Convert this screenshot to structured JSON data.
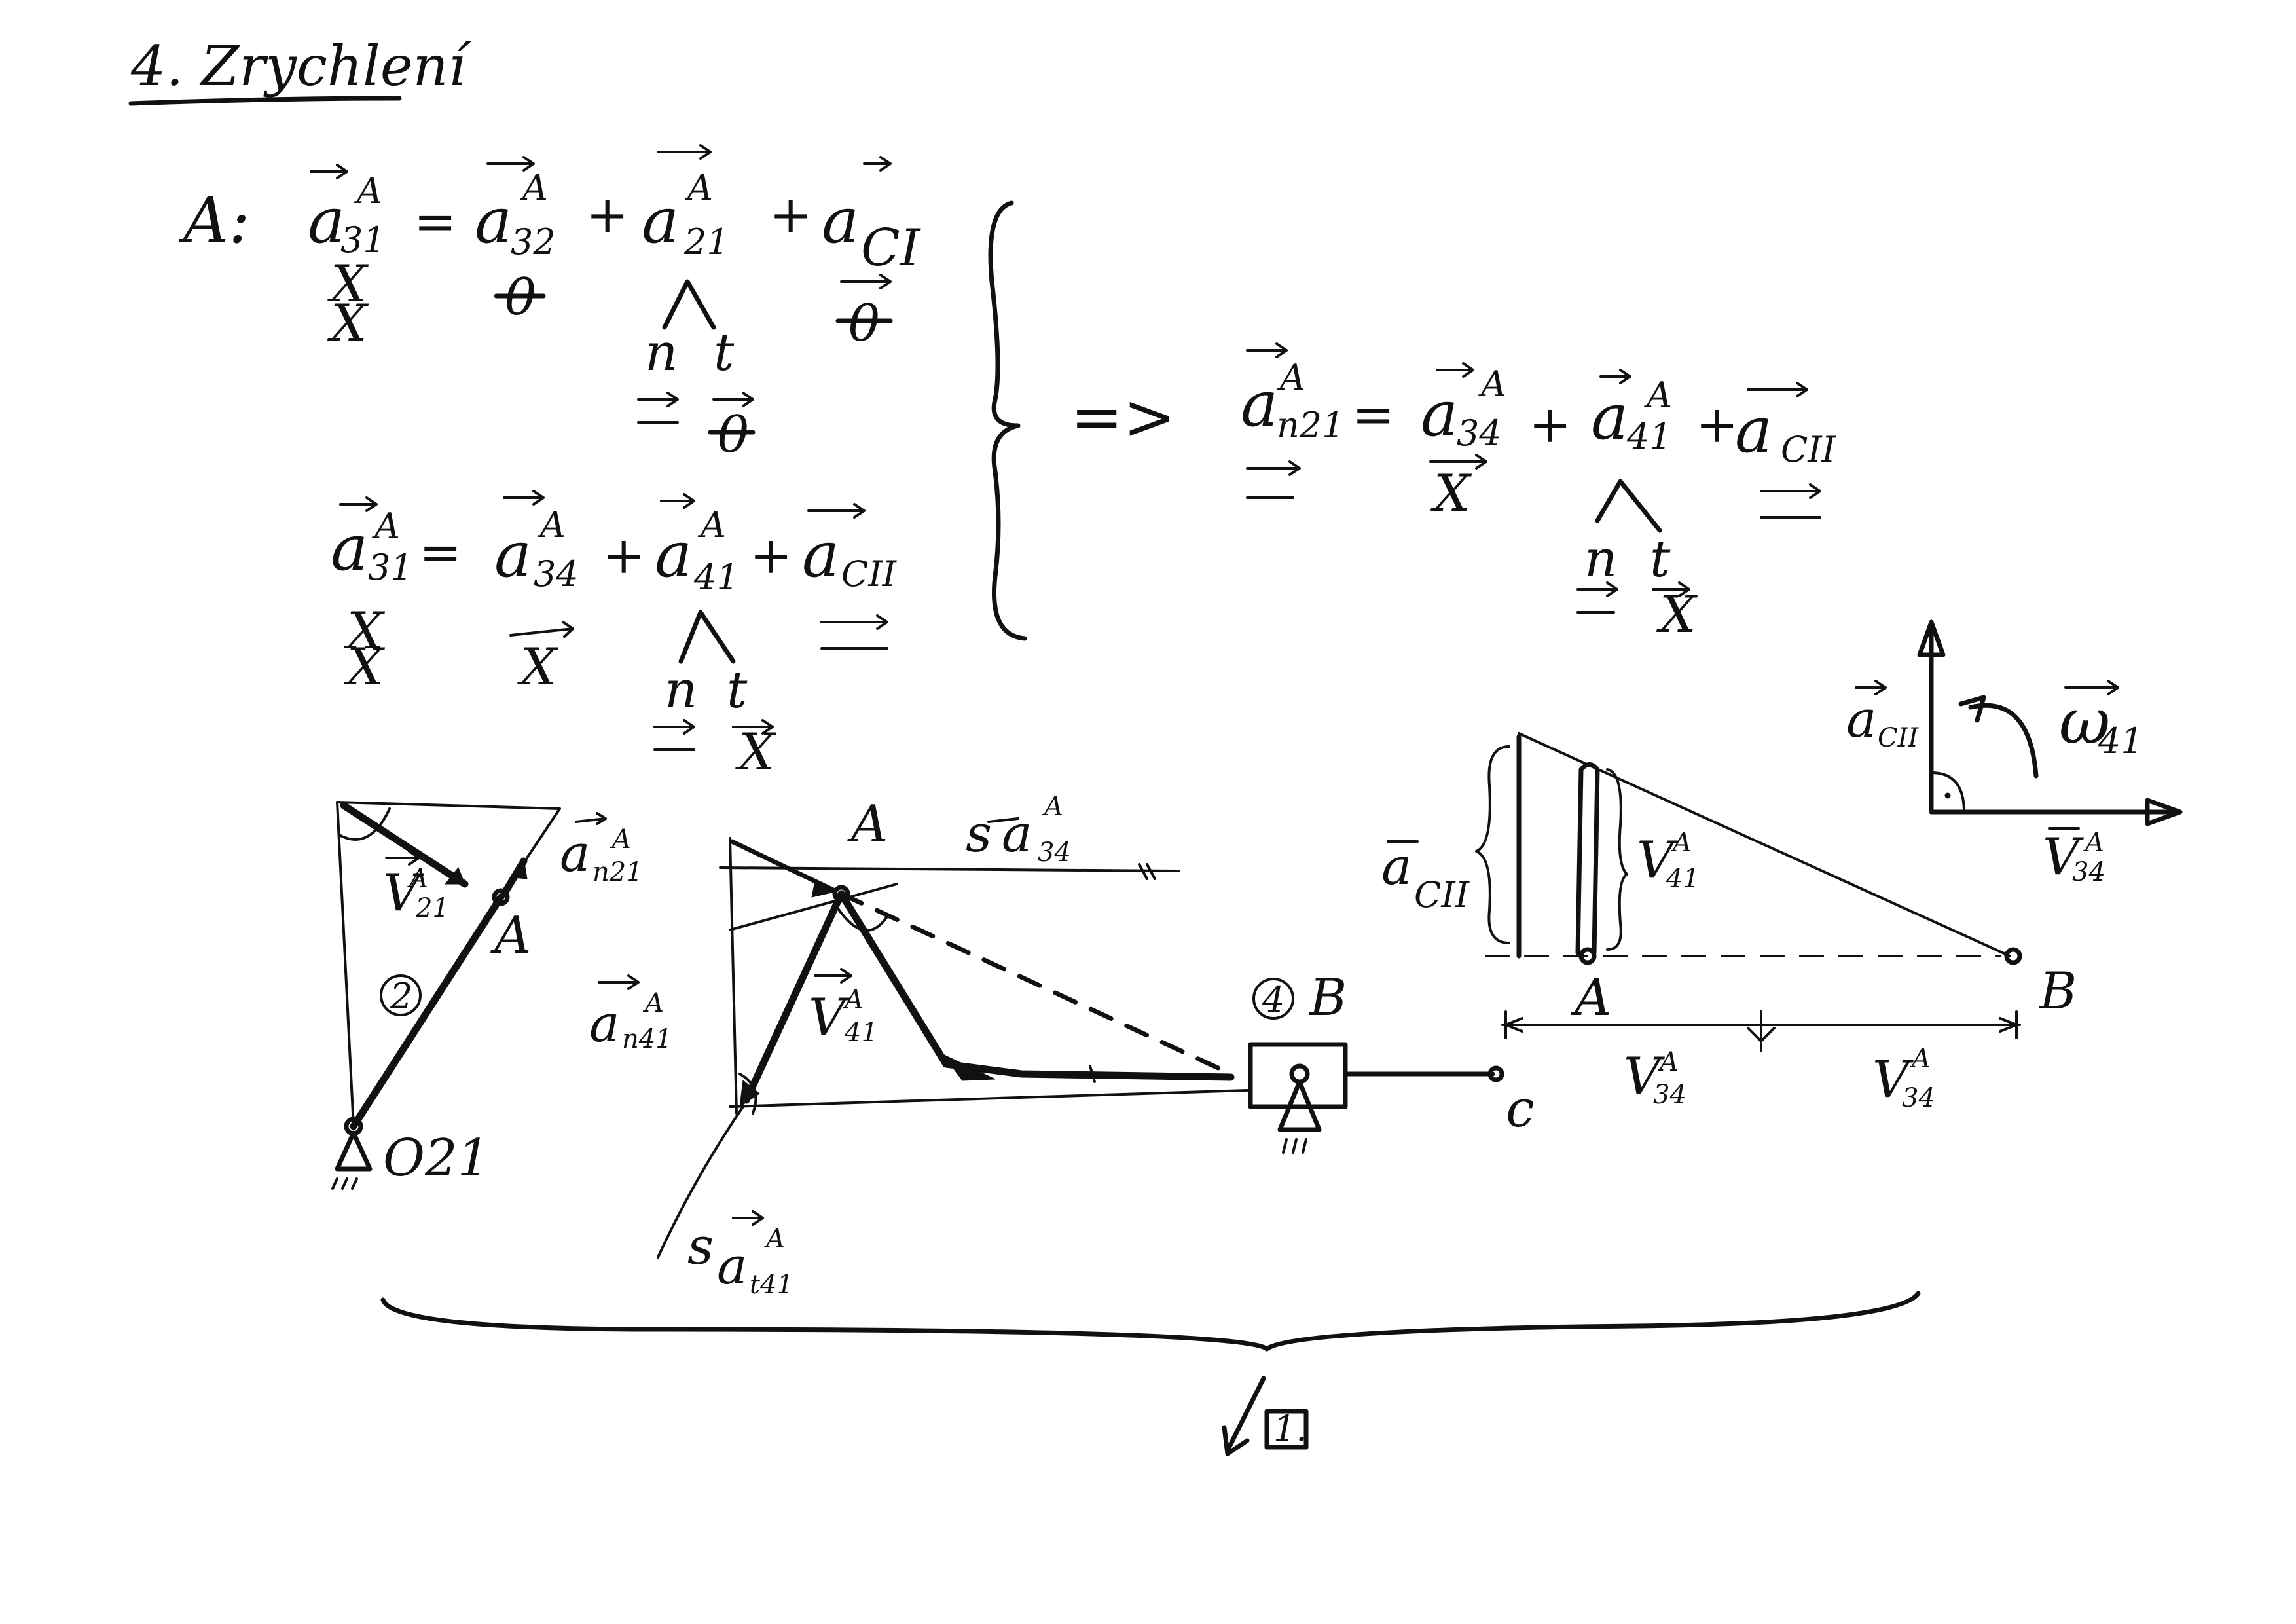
{
  "heading": "4. Zrychlení",
  "equations": {
    "point_label": "A:",
    "row1": {
      "lhs": "a",
      "lhs_sub": "31",
      "lhs_sup": "A",
      "t1": "a",
      "t1_sub": "32",
      "t1_sup": "A",
      "t2": "a",
      "t2_sub": "21",
      "t2_sup": "A",
      "t3": "a",
      "t3_sub": "CI",
      "eq": "=",
      "plus": "+",
      "mark_lhs_1": "X",
      "mark_lhs_2": "X",
      "mark_t1": "0",
      "mark_t3": "0",
      "split_n": "n",
      "split_t": "t",
      "mark_t2_t": "0"
    },
    "row2": {
      "lhs": "a",
      "lhs_sub": "31",
      "lhs_sup": "A",
      "t1": "a",
      "t1_sub": "34",
      "t1_sup": "A",
      "t2": "a",
      "t2_sub": "41",
      "t2_sup": "A",
      "t3": "a",
      "t3_sub": "CII",
      "eq": "=",
      "plus": "+",
      "mark_lhs_1": "X",
      "mark_lhs_2": "X",
      "mark_t1": "X",
      "split_n": "n",
      "split_t": "t",
      "mark_t2_t": "X"
    },
    "implies": "=>",
    "result": {
      "lhs": "a",
      "lhs_sub": "n21",
      "lhs_sup": "A",
      "t1": "a",
      "t1_sub": "34",
      "t1_sup": "A",
      "t2": "a",
      "t2_sub": "41",
      "t2_sup": "A",
      "t3": "a",
      "t3_sub": "CII",
      "eq": "=",
      "plus": "+",
      "mark_t1": "X",
      "split_n": "n",
      "split_t": "t",
      "mark_t2_t": "X"
    }
  },
  "diagram1": {
    "v_label": "V",
    "v_sub": "21",
    "v_sup": "A",
    "a_label": "a",
    "a_sub": "n21",
    "a_sup": "A",
    "point_A": "A",
    "member_number": "2",
    "pivot_label": "O21"
  },
  "diagram2": {
    "point_A": "A",
    "sa34_s": "s",
    "sa34_a": "a",
    "sa34_sub": "34",
    "sa34_sup": "A",
    "an41_a": "a",
    "an41_sub": "n41",
    "an41_sup": "A",
    "v41_v": "V",
    "v41_sub": "41",
    "v41_sup": "A",
    "sat41_s": "s",
    "sat41_a": "a",
    "sat41_sub": "t41",
    "sat41_sup": "A",
    "member_number": "4",
    "point_B": "B",
    "point_C": "c"
  },
  "diagram3": {
    "acii_a": "a",
    "acii_sub": "CII",
    "v41_v": "V",
    "v41_sub": "41",
    "v41_sup": "A",
    "point_A": "A",
    "point_B": "B",
    "v34_left_v": "V",
    "v34_left_sub": "34",
    "v34_left_sup": "A",
    "v34_right_v": "V",
    "v34_right_sub": "34",
    "v34_right_sup": "A"
  },
  "diagram4": {
    "acii_a": "a",
    "acii_sub": "CII",
    "omega": "ω",
    "omega_sub": "41",
    "v34_v": "V",
    "v34_sub": "34",
    "v34_sup": "A"
  },
  "reference_box": "1."
}
